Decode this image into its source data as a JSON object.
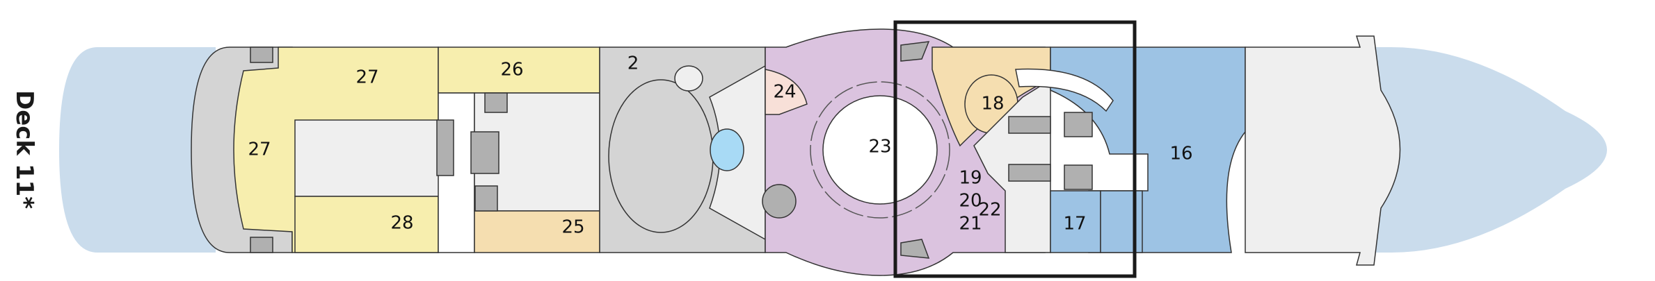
{
  "deck_label": "Deck 11*",
  "areas": {
    "a2": "2",
    "a16": "16",
    "a17": "17",
    "a18": "18",
    "a19": "19",
    "a20": "20",
    "a21": "21",
    "a22": "22",
    "a23": "23",
    "a24": "24",
    "a25": "25",
    "a26": "26",
    "a27_top": "27",
    "a27_side": "27",
    "a28": "28"
  },
  "icons": [
    "stairs-icon",
    "elevator-icon",
    "female-restroom-icon",
    "male-restroom-icon",
    "pool-icon"
  ],
  "colors": {
    "water": "#cadcec",
    "yellow": "#f7eeae",
    "tan": "#f5deb0",
    "grey": "#d4d4d4",
    "light": "#efefef",
    "purple": "#dbc3df",
    "blue": "#9dc3e4",
    "pink": "#f8e0d8",
    "pool": "#a8daf5",
    "highlight": "#1a1a1a"
  }
}
